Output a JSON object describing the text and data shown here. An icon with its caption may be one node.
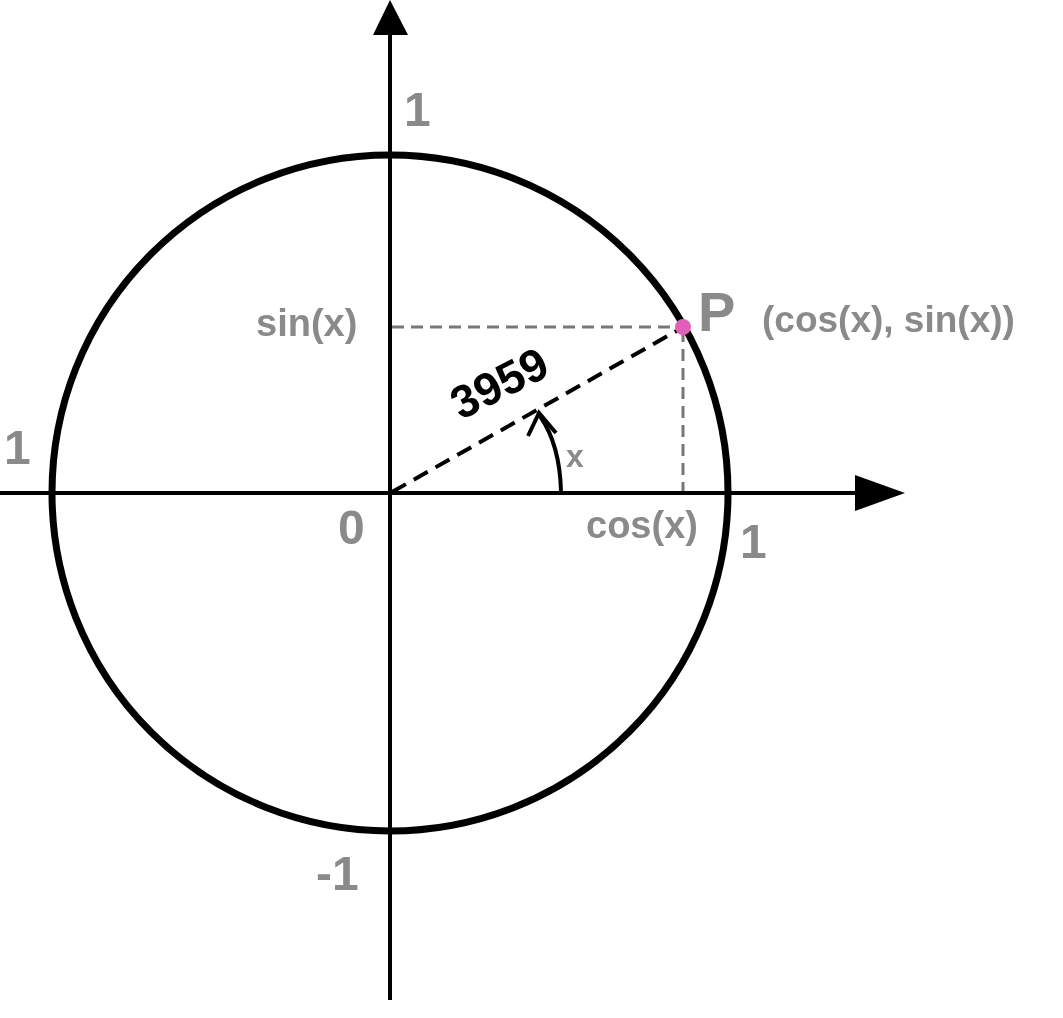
{
  "diagram": {
    "labels": [
      "1",
      "sin(x)",
      "P",
      "(cos(x), sin(x))",
      "3959",
      "x",
      "1",
      "0",
      "cos(x)",
      "1",
      "-1"
    ]
  }
}
